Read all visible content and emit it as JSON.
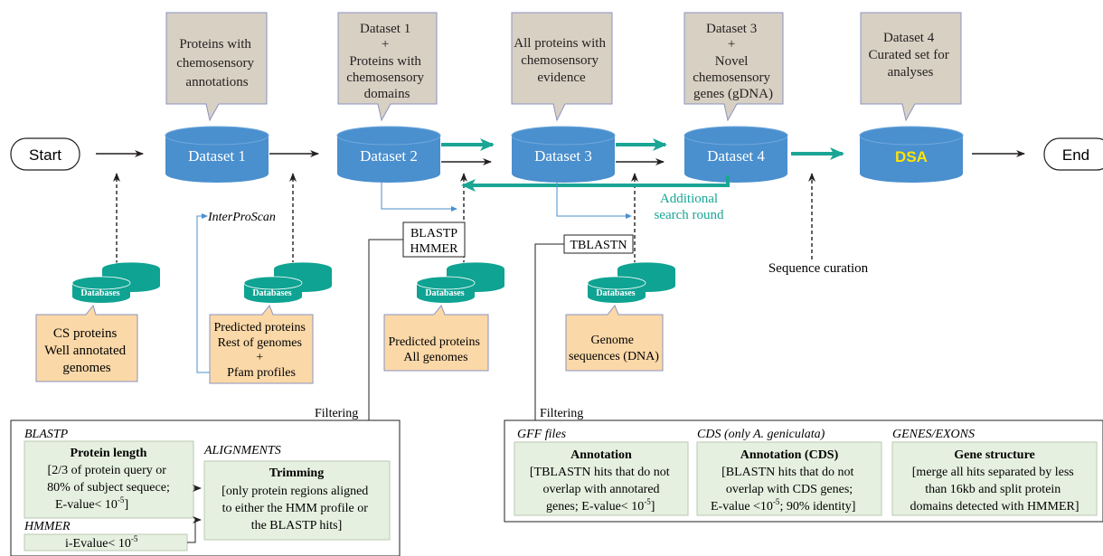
{
  "flow": {
    "start": "Start",
    "end": "End"
  },
  "callouts": [
    {
      "lines": [
        "Proteins with",
        "chemosensory",
        "annotations"
      ]
    },
    {
      "lines": [
        "Dataset 1",
        "+",
        "Proteins with",
        "chemosensory",
        "domains"
      ]
    },
    {
      "lines": [
        "All proteins with",
        "chemosensory",
        "evidence"
      ]
    },
    {
      "lines": [
        "Dataset 3",
        "+",
        "Novel",
        "chemosensory",
        "genes (gDNA)"
      ]
    },
    {
      "lines": [
        "Dataset 4",
        "Curated set for",
        "analyses"
      ]
    }
  ],
  "datasets": [
    "Dataset 1",
    "Dataset 2",
    "Dataset 3",
    "Dataset 4",
    "DSA"
  ],
  "databases": {
    "label": "Databases",
    "notes": [
      {
        "lines": [
          "CS proteins",
          "Well annotated",
          "genomes"
        ]
      },
      {
        "lines": [
          "Predicted proteins",
          "Rest of genomes",
          "+",
          "Pfam profiles"
        ]
      },
      {
        "lines": [
          "Predicted proteins",
          "All genomes"
        ]
      },
      {
        "lines": [
          "Genome",
          "sequences (DNA)"
        ]
      }
    ]
  },
  "tools": {
    "interproscan": "InterProScan",
    "blastp_hmmer": [
      "BLASTP",
      "HMMER"
    ],
    "tblastn": "TBLASTN",
    "additional": [
      "Additional",
      "search round"
    ],
    "sequence_curation": "Sequence curation",
    "filtering_left": "Filtering",
    "filtering_right": "Filtering"
  },
  "filter_left": {
    "blastp_label": "BLASTP",
    "alignments_label": "ALIGNMENTS",
    "hmmer_label": "HMMER",
    "protein_length": {
      "title": "Protein length",
      "lines": [
        "[2/3 of protein query or",
        "80% of subject sequece;",
        "E-value< 10",
        "-5",
        "]"
      ]
    },
    "trimming": {
      "title": "Trimming",
      "lines": [
        "[only protein regions aligned",
        "to either the HMM profile or",
        "the  BLASTP hits]"
      ]
    },
    "hmmer_value": [
      "i-Evalue< 10",
      "-5"
    ]
  },
  "filter_right": {
    "gff_label": "GFF files",
    "cds_label": "CDS (only A. geniculata)",
    "genes_label": "GENES/EXONS",
    "annotation": {
      "title": "Annotation",
      "lines": [
        "[TBLASTN hits that do not",
        "overlap with annotared",
        "genes; E-value< 10",
        "-5",
        "]"
      ]
    },
    "annotation_cds": {
      "title": "Annotation (CDS)",
      "lines": [
        "[BLASTN hits that do not",
        "overlap with CDS genes;",
        "E-value <10",
        "-5",
        "; 90% identity]"
      ]
    },
    "gene_structure": {
      "title": "Gene structure",
      "lines": [
        "[merge all hits separated by less",
        "than 16kb and split protein",
        "domains detected with HMMER]"
      ]
    }
  },
  "colors": {
    "callout": "#d8d0c3",
    "callout_edge": "#8a93c0",
    "cylinder": "#4a8fce",
    "db": "#0ea392",
    "note": "#fbd8a8",
    "teal_arrow": "#1aa595",
    "thin_blue": "#4a8fce",
    "green_box": "#e6f0e0",
    "dsa_text": "#ffe400"
  }
}
